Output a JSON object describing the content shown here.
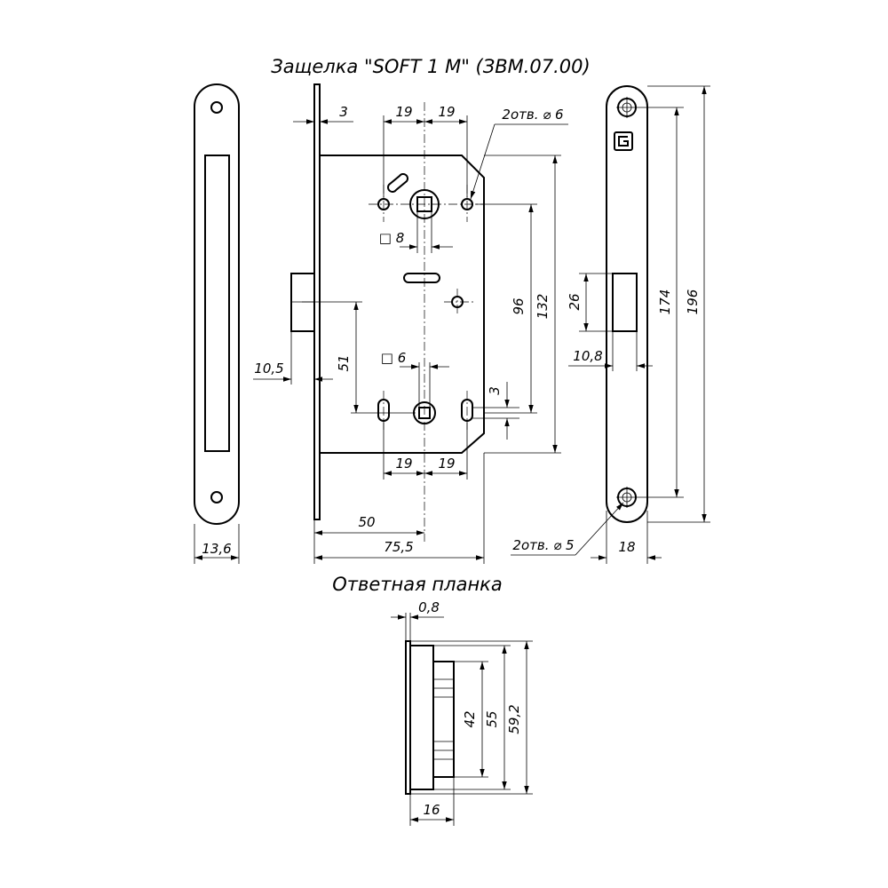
{
  "title_main": "Защелка \"SOFT 1 M\" (ЗВМ.07.00)",
  "title_strike": "Ответная планка",
  "dims": {
    "d3_top": "3",
    "d19_tl": "19",
    "d19_tr": "19",
    "holes_top": "2отв. ⌀ 6",
    "sq8": "□ 8",
    "d10_5": "10,5",
    "d51": "51",
    "sq6": "□ 6",
    "d3_right": "3",
    "d96": "96",
    "d132": "132",
    "d19_bl": "19",
    "d19_br": "19",
    "d50": "50",
    "d75_5": "75,5",
    "d13_6": "13,6",
    "d26": "26",
    "d10_8": "10,8",
    "d174": "174",
    "d196": "196",
    "holes_bottom": "2отв. ⌀ 5",
    "d18": "18",
    "d0_8": "0,8",
    "d42": "42",
    "d55": "55",
    "d59_2": "59,2",
    "d16": "16"
  }
}
